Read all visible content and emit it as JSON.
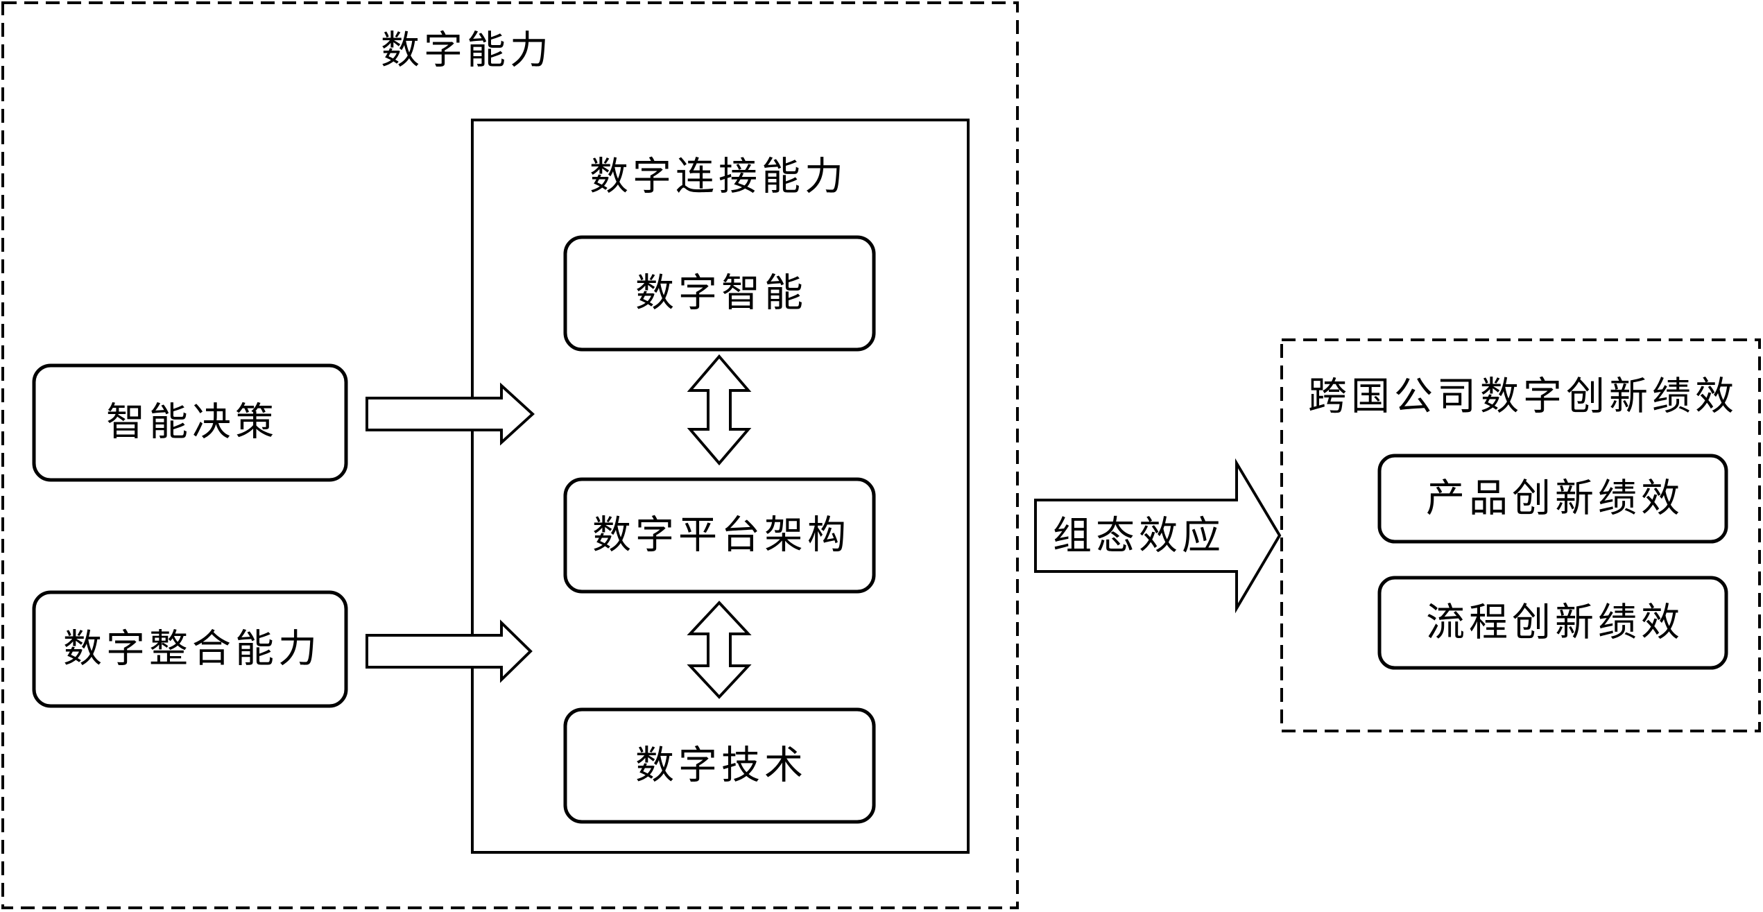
{
  "outer_group": {
    "title": "数字能力"
  },
  "connect_group": {
    "title": "数字连接能力",
    "items": [
      "数字智能",
      "数字平台架构",
      "数字技术"
    ]
  },
  "inputs": [
    "智能决策",
    "数字整合能力"
  ],
  "effect_arrow": {
    "label": "组态效应"
  },
  "outcome_group": {
    "title": "跨国公司数字创新绩效",
    "items": [
      "产品创新绩效",
      "流程创新绩效"
    ]
  }
}
